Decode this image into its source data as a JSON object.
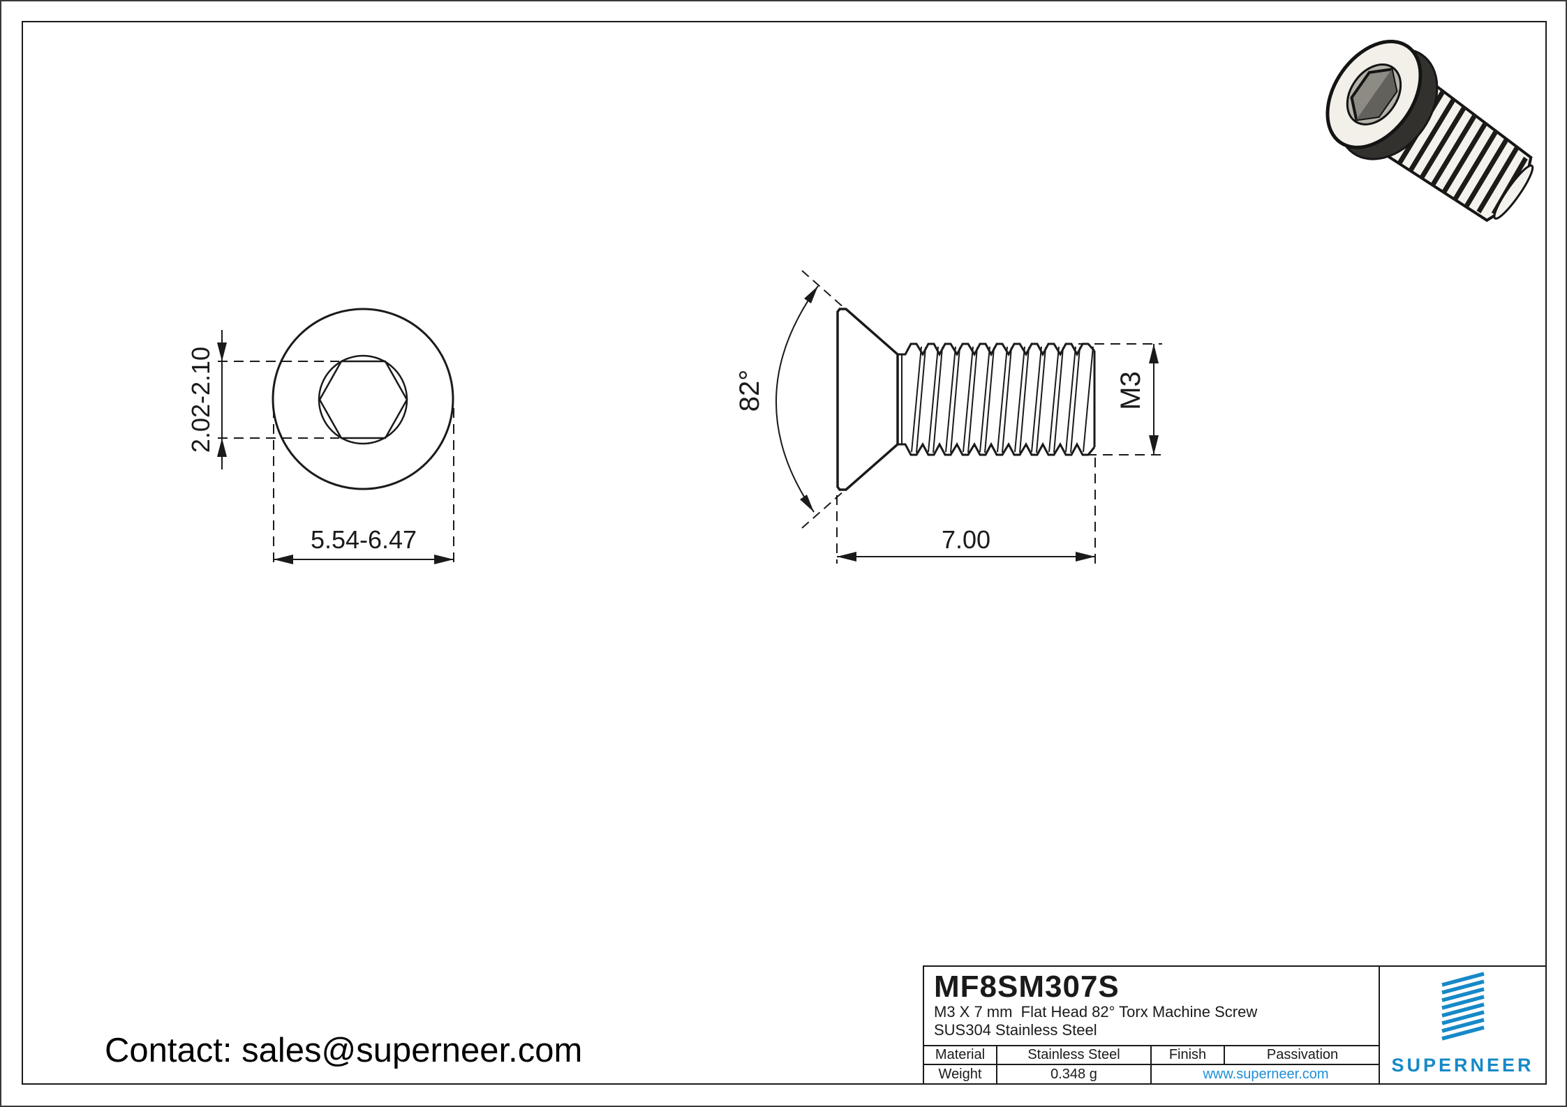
{
  "drawing": {
    "front_view": {
      "socket_dim": "2.02-2.10",
      "head_dim": "5.54-6.47"
    },
    "side_view": {
      "angle_dim": "82°",
      "thread_dim": "M3",
      "length_dim": "7.00"
    }
  },
  "title_block": {
    "part_number": "MF8SM307S",
    "description_line1": "M3 X 7 mm  Flat Head 82° Torx Machine Screw",
    "description_line2": "SUS304 Stainless Steel",
    "material_label": "Material",
    "material_value": "Stainless Steel",
    "finish_label": "Finish",
    "finish_value": "Passivation",
    "weight_label": "Weight",
    "weight_value": "0.348 g",
    "website": "www.superneer.com"
  },
  "brand": {
    "name": "SUPERNEER",
    "color": "#1789c8",
    "link_color": "#1e8fd5",
    "line_color": "#1a1a1a"
  },
  "footer": {
    "contact": "Contact: sales@superneer.com"
  }
}
